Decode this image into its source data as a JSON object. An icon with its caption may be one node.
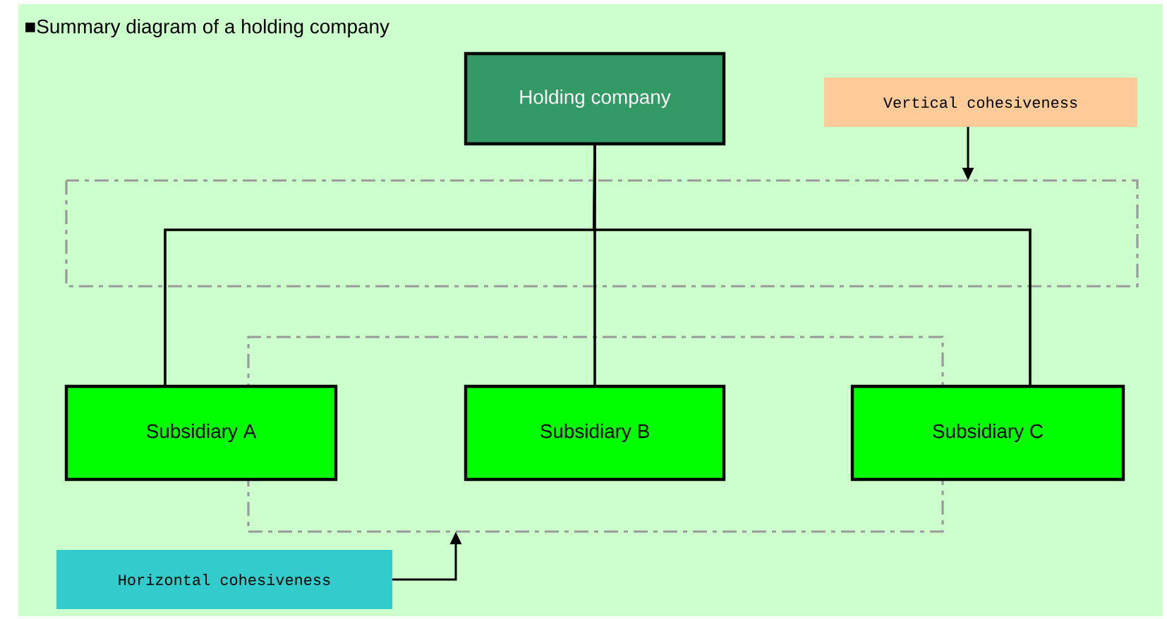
{
  "diagram": {
    "title": "■Summary diagram of a holding company",
    "nodes": [
      {
        "text": [
          "Holding company"
        ]
      },
      {
        "text": [
          "Vertical cohesiveness"
        ]
      },
      {
        "text": [],
        "shape": "box"
      },
      {
        "text": [
          "Subsidiary A"
        ]
      },
      {
        "text": [
          "Subsidiary B"
        ],
        "in": 2
      },
      {
        "text": [
          "Subsidiary C"
        ]
      },
      {
        "text": [
          "Horizontal cohesiveness"
        ]
      }
    ],
    "edges": [
      {
        "from": 0,
        "to": 3,
        "arrow": "none"
      },
      {
        "from": 0,
        "to": 4,
        "arrow": "none"
      },
      {
        "from": 0,
        "to": 5,
        "arrow": "none"
      },
      {
        "from": 1,
        "to": null,
        "arrow": "to"
      },
      {
        "from": 6,
        "to": 2,
        "arrow": "to"
      }
    ]
  }
}
